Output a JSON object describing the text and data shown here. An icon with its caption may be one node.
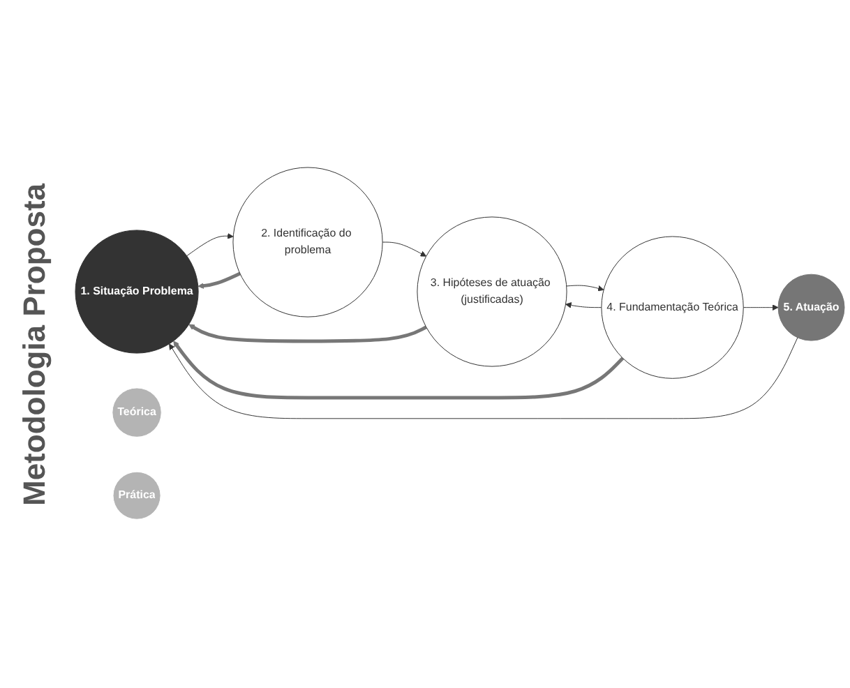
{
  "diagram": {
    "title": "Metodologia Proposta",
    "nodes": [
      {
        "text": [
          "1. Situação Problema"
        ]
      },
      {
        "text": [
          "2. Identificação do problema"
        ]
      },
      {
        "text": [
          "3. Hipóteses de atuação (justificadas)"
        ]
      },
      {
        "text": [
          "4. Fundamentação Teórica"
        ]
      },
      {
        "text": [
          "5. Atuação"
        ]
      },
      {
        "text": [
          "Teórica"
        ]
      },
      {
        "text": [
          "Prática"
        ]
      }
    ],
    "edges": [
      {
        "from": 0,
        "to": 1,
        "arrow": "to"
      },
      {
        "from": 1,
        "to": 2,
        "arrow": "to"
      },
      {
        "from": 2,
        "to": 3,
        "arrow": "to"
      },
      {
        "from": 3,
        "to": 2,
        "arrow": "to"
      },
      {
        "from": 3,
        "to": 4,
        "arrow": "to"
      },
      {
        "from": 4,
        "to": 0,
        "arrow": "to"
      },
      {
        "from": 1,
        "to": 0,
        "arrow": "to",
        "style": "thick",
        "color": "#777777"
      },
      {
        "from": 2,
        "to": 0,
        "arrow": "to",
        "style": "thick",
        "color": "#777777"
      },
      {
        "from": 3,
        "to": 0,
        "arrow": "to",
        "style": "thick",
        "color": "#777777"
      }
    ]
  }
}
